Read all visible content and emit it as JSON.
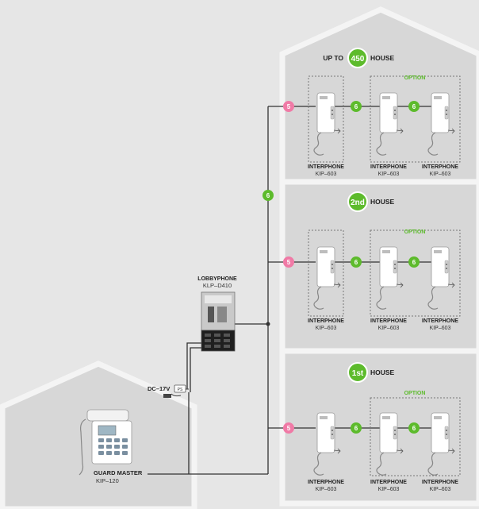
{
  "colors": {
    "background": "#e6e6e6",
    "house_fill": "#d7d7d7",
    "house_stroke": "#f4f4f4",
    "wire": "#333333",
    "green_badge": "#5dbb2c",
    "pink_badge": "#f07aa6"
  },
  "house_top": {
    "prefix": "UP TO",
    "badge": "450",
    "suffix": "HOUSE"
  },
  "house_mid": {
    "badge": "2nd",
    "suffix": "HOUSE"
  },
  "house_low": {
    "badge": "1st",
    "suffix": "HOUSE"
  },
  "option_label": "OPTION",
  "interphone": {
    "name": "INTERPHONE",
    "model": "KIP–603"
  },
  "lobbyphone": {
    "name": "LOBBYPHONE",
    "model": "KLP–D410"
  },
  "guard": {
    "name": "GUARD MASTER",
    "model": "KIP–120"
  },
  "power": {
    "label": "DC–17V",
    "code": "PS"
  },
  "wire_counts": {
    "pink": "5",
    "green": "6"
  }
}
